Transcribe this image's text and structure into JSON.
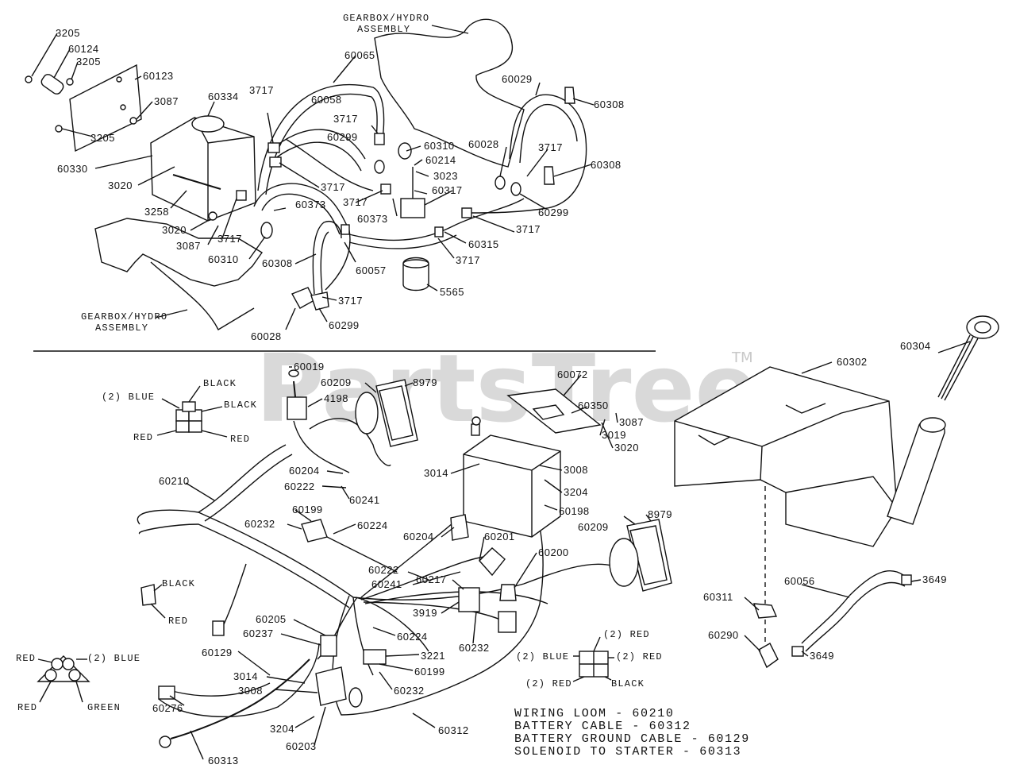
{
  "watermark": {
    "text": "PartsTree",
    "trademark": "TM"
  },
  "wiring_notes": [
    "WIRING LOOM - 60210",
    "BATTERY CABLE - 60312",
    "BATTERY GROUND CABLE - 60129",
    "SOLENOID TO STARTER - 60313"
  ],
  "assembly_labels": {
    "gearbox_top": [
      "GEARBOX/HYDRO",
      "ASSEMBLY"
    ],
    "gearbox_bottom": [
      "GEARBOX/HYDRO",
      "ASSEMBLY"
    ]
  },
  "wire_color_labels": {
    "conn1_black_a": "BLACK",
    "conn1_blue": "(2) BLUE",
    "conn1_black_b": "BLACK",
    "conn1_red_a": "RED",
    "conn1_red_b": "RED",
    "conn2_black": "BLACK",
    "conn2_red": "RED",
    "conn3_red_a": "RED",
    "conn3_blue": "(2) BLUE",
    "conn3_red_b": "RED",
    "conn3_green": "GREEN",
    "conn4_red_top": "(2) RED",
    "conn4_blue": "(2) BLUE",
    "conn4_red_right": "(2) RED",
    "conn4_red_bottom": "(2) RED",
    "conn4_black": "BLACK"
  },
  "part_labels": {
    "p3205_a": "3205",
    "p60124": "60124",
    "p3205_b": "3205",
    "p60123": "60123",
    "p3087_a": "3087",
    "p3205_c": "3205",
    "p60334": "60334",
    "p60330": "60330",
    "p3020_a": "3020",
    "p3258": "3258",
    "p3020_b": "3020",
    "p3087_b": "3087",
    "p3717_a": "3717",
    "p60310_a": "60310",
    "p3717_b": "3717",
    "p60058": "60058",
    "p3717_c": "3717",
    "p60299_a": "60299",
    "p3717_d": "3717",
    "p60065": "60065",
    "p60373_a": "60373",
    "p60308_a": "60308",
    "p60057": "60057",
    "p3717_e": "3717",
    "p60028_a": "60028",
    "p60299_b": "60299",
    "p60310_b": "60310",
    "p60214": "60214",
    "p3023": "3023",
    "p60317": "60317",
    "p3717_f": "3717",
    "p60373_b": "60373",
    "p60315": "60315",
    "p3717_g": "3717",
    "p5565": "5565",
    "p60029": "60029",
    "p60308_b": "60308",
    "p60028_b": "60028",
    "p3717_h": "3717",
    "p60308_c": "60308",
    "p60299_c": "60299",
    "p3717_i": "3717",
    "p60019": "60019",
    "p60209_a": "60209",
    "p8979_a": "8979",
    "p4198": "4198",
    "p60210": "60210",
    "p60204_a": "60204",
    "p60222_a": "60222",
    "p60241_a": "60241",
    "p60199_a": "60199",
    "p60232_a": "60232",
    "p60224_a": "60224",
    "p3014_a": "3014",
    "p3008_a": "3008",
    "p3204_a": "3204",
    "p60198": "60198",
    "p60072": "60072",
    "p60350": "60350",
    "p3087_c": "3087",
    "p3019": "3019",
    "p3020_c": "3020",
    "p60204_b": "60204",
    "p60201": "60201",
    "p60200": "60200",
    "p60222_b": "60222",
    "p60241_b": "60241",
    "p60209_b": "60209",
    "p8979_b": "8979",
    "p60217": "60217",
    "p3919": "3919",
    "p60232_b": "60232",
    "p60205": "60205",
    "p60237": "60237",
    "p60224_b": "60224",
    "p60129": "60129",
    "p3221": "3221",
    "p60199_b": "60199",
    "p3014_b": "3014",
    "p3008_b": "3008",
    "p60232_c": "60232",
    "p60276": "60276",
    "p3204_b": "3204",
    "p60203": "60203",
    "p60312": "60312",
    "p60313": "60313",
    "p60302": "60302",
    "p60304": "60304",
    "p60056": "60056",
    "p3649_a": "3649",
    "p60311": "60311",
    "p60290": "60290",
    "p3649_b": "3649"
  }
}
